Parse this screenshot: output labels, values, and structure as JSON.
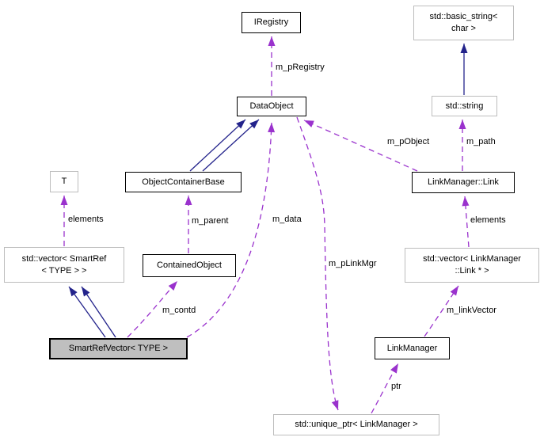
{
  "diagram_type": "doxygen-collaboration-graph",
  "colors": {
    "inheritance_edge": "#23238b",
    "usage_edge": "#9a32cd",
    "node_border": "#000000",
    "external_node_border": "#bdbdbd",
    "current_node_fill": "#bfbfbf",
    "background": "#ffffff"
  },
  "nodes": {
    "iregistry": {
      "label": "IRegistry"
    },
    "basic_string": {
      "label": "std::basic_string<\nchar >"
    },
    "dataobject": {
      "label": "DataObject"
    },
    "std_string": {
      "label": "std::string"
    },
    "objectcontainerbase": {
      "label": "ObjectContainerBase"
    },
    "t": {
      "label": "T"
    },
    "linkmanager_link": {
      "label": "LinkManager::Link"
    },
    "vector_smartref": {
      "label": "std::vector< SmartRef\n< TYPE > >"
    },
    "containedobject": {
      "label": "ContainedObject"
    },
    "smartrefvector": {
      "label": "SmartRefVector< TYPE >"
    },
    "vector_link": {
      "label": "std::vector< LinkManager\n::Link * >"
    },
    "linkmanager": {
      "label": "LinkManager"
    },
    "unique_ptr": {
      "label": "std::unique_ptr< LinkManager >"
    }
  },
  "edges": {
    "m_pRegistry": {
      "label": "m_pRegistry",
      "from": "DataObject",
      "to": "IRegistry",
      "kind": "usage"
    },
    "m_pObject": {
      "label": "m_pObject",
      "from": "LinkManager::Link",
      "to": "DataObject",
      "kind": "usage"
    },
    "m_path": {
      "label": "m_path",
      "from": "LinkManager::Link",
      "to": "std::string",
      "kind": "usage"
    },
    "elements_t": {
      "label": "elements",
      "from": "std::vector< SmartRef< TYPE > >",
      "to": "T",
      "kind": "usage"
    },
    "m_parent": {
      "label": "m_parent",
      "from": "ContainedObject",
      "to": "ObjectContainerBase",
      "kind": "usage"
    },
    "m_data": {
      "label": "m_data",
      "from": "SmartRefVector< TYPE >",
      "to": "DataObject",
      "kind": "usage"
    },
    "m_contd": {
      "label": "m_contd",
      "from": "SmartRefVector< TYPE >",
      "to": "ContainedObject",
      "kind": "usage"
    },
    "m_pLinkMgr": {
      "label": "m_pLinkMgr",
      "from": "DataObject",
      "to": "std::unique_ptr< LinkManager >",
      "kind": "usage"
    },
    "elements_link": {
      "label": "elements",
      "from": "std::vector< LinkManager::Link * >",
      "to": "LinkManager::Link",
      "kind": "usage"
    },
    "m_linkVector": {
      "label": "m_linkVector",
      "from": "LinkManager",
      "to": "std::vector< LinkManager::Link * >",
      "kind": "usage"
    },
    "ptr": {
      "label": "ptr",
      "from": "std::unique_ptr< LinkManager >",
      "to": "LinkManager",
      "kind": "usage"
    },
    "inh_string": {
      "label": "",
      "from": "std::string",
      "to": "std::basic_string< char >",
      "kind": "inheritance"
    },
    "inh_ocb": {
      "label": "",
      "from": "ObjectContainerBase",
      "to": "DataObject",
      "kind": "inheritance"
    },
    "inh_srv": {
      "label": "",
      "from": "SmartRefVector< TYPE >",
      "to": "std::vector< SmartRef< TYPE > >",
      "kind": "inheritance"
    }
  }
}
